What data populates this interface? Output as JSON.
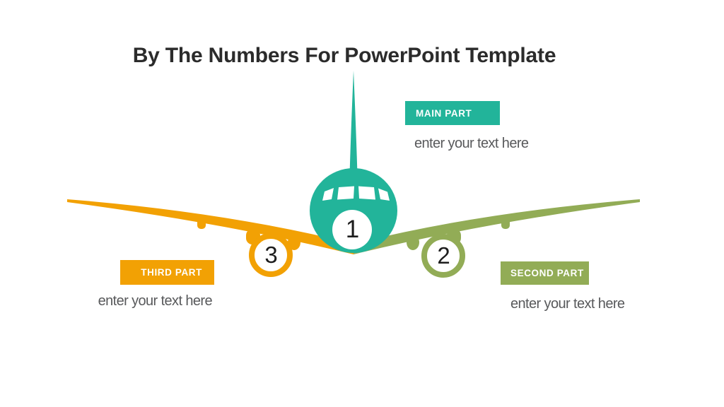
{
  "title": "By The Numbers For PowerPoint Template",
  "colors": {
    "teal": "#22B49A",
    "orange": "#F2A104",
    "olive": "#92AC56",
    "title_text": "#2B2B2B",
    "body_text": "#58595B"
  },
  "icons": {
    "airplane_front_view": "svg-silhouette"
  },
  "callouts": {
    "main": {
      "label": "MAIN PART",
      "text": "enter your text here",
      "number": "1"
    },
    "second": {
      "label": "SECOND PART",
      "text": "enter your text here",
      "number": "2"
    },
    "third": {
      "label": "THIRD PART",
      "text": "enter your text here",
      "number": "3"
    }
  }
}
